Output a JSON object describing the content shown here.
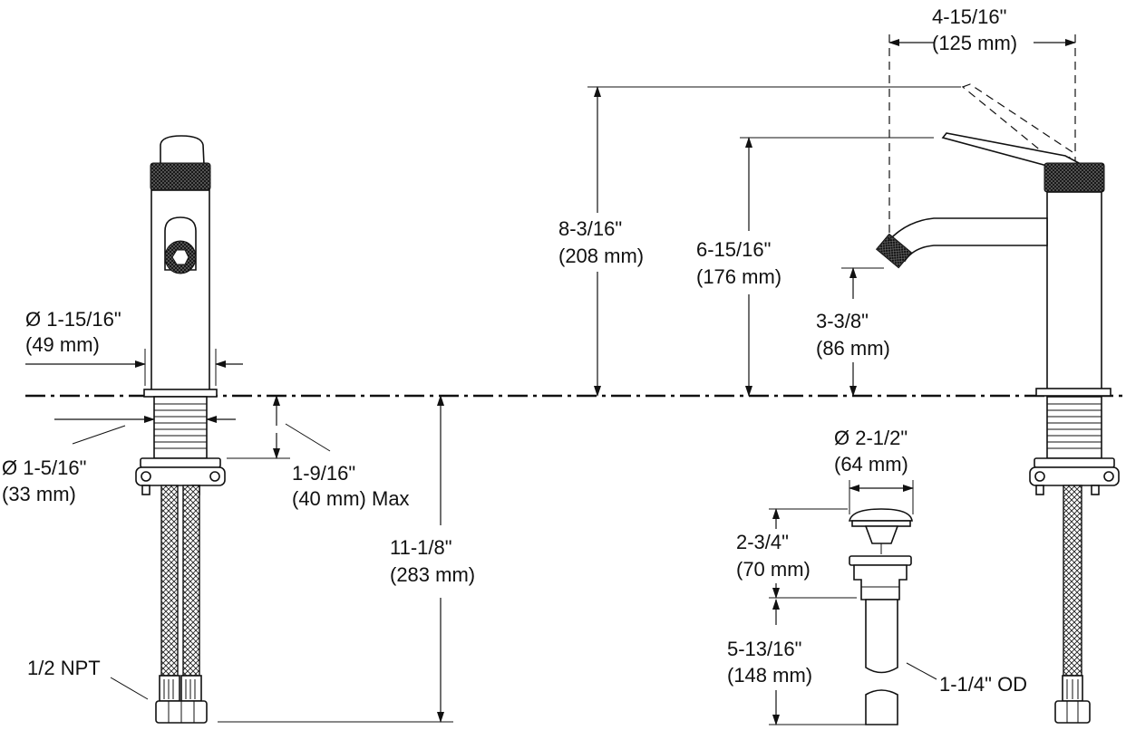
{
  "dimensions": {
    "spout_reach": {
      "imperial": "4-15/16\"",
      "metric": "(125 mm)"
    },
    "handle_open_height": {
      "imperial": "8-3/16\"",
      "metric": "(208 mm)"
    },
    "handle_closed_height": {
      "imperial": "6-15/16\"",
      "metric": "(176 mm)"
    },
    "spout_height": {
      "imperial": "3-3/8\"",
      "metric": "(86 mm)"
    },
    "spout_diameter": {
      "imperial": "Ø 1-15/16\"",
      "metric": "(49 mm)"
    },
    "shank_diameter": {
      "imperial": "Ø 1-5/16\"",
      "metric": "(33 mm)"
    },
    "max_deck_thickness": {
      "imperial": "1-9/16\"",
      "metric": "(40 mm) Max"
    },
    "overall_below_deck": {
      "imperial": "11-1/8\"",
      "metric": "(283 mm)"
    },
    "drain_diameter": {
      "imperial": "Ø 2-1/2\"",
      "metric": "(64 mm)"
    },
    "drain_upper_length": {
      "imperial": "2-3/4\"",
      "metric": "(70 mm)"
    },
    "drain_tail_length": {
      "imperial": "5-13/16\"",
      "metric": "(148 mm)"
    }
  },
  "callouts": {
    "supply_connection": "1/2 NPT",
    "tailpiece_od": "1-1/4\" OD"
  }
}
